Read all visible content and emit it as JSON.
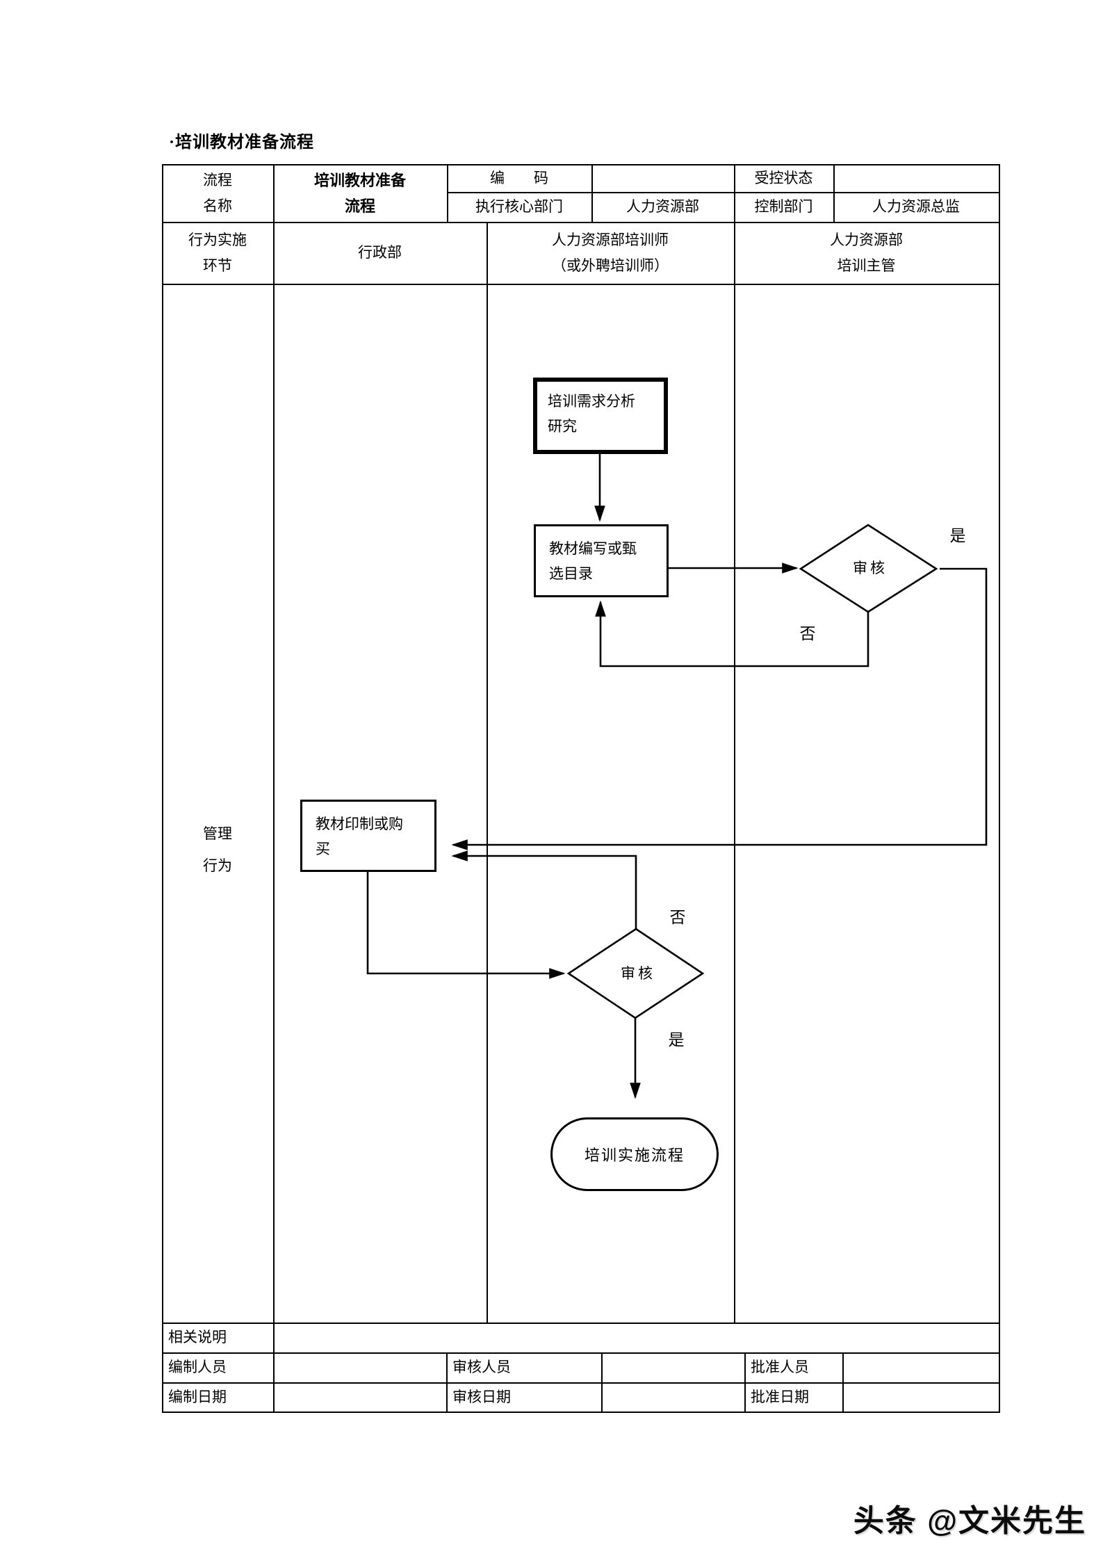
{
  "page": {
    "title": "·培训教材准备流程",
    "watermark": "头条 @文米先生"
  },
  "header": {
    "process_name_label_line1": "流程",
    "process_name_label_line2": "名称",
    "process_name_value_line1": "培训教材准备",
    "process_name_value_line2": "流程",
    "code_label": "编　　码",
    "code_value": "",
    "controlled_state_label": "受控状态",
    "controlled_state_value": "",
    "exec_core_dept_label": "执行核心部门",
    "exec_core_dept_value": "人力资源部",
    "control_dept_label": "控制部门",
    "control_dept_value": "人力资源总监"
  },
  "lanes": {
    "row_header_line1": "行为实施",
    "row_header_line2": "环节",
    "lane1": "行政部",
    "lane2_line1": "人力资源部培训师",
    "lane2_line2": "（或外聘培训师）",
    "lane3_line1": "人力资源部",
    "lane3_line2": "培训主管"
  },
  "flow": {
    "row_label_line1": "管理",
    "row_label_line2": "行为",
    "start_line1": "培训需求分析",
    "start_line2": "研究",
    "compile_line1": "教材编写或甄",
    "compile_line2": "选目录",
    "decision1": "审核",
    "decision1_yes": "是",
    "decision1_no": "否",
    "print_line1": "教材印制或购",
    "print_line2": "买",
    "decision2": "审核",
    "decision2_yes": "是",
    "decision2_no": "否",
    "end": "培训实施流程"
  },
  "footer": {
    "notes_label": "相关说明",
    "notes_value": "",
    "maker_label": "编制人员",
    "maker_value": "",
    "reviewer_label": "审核人员",
    "reviewer_value": "",
    "approver_label": "批准人员",
    "approver_value": "",
    "maker_date_label": "编制日期",
    "maker_date_value": "",
    "reviewer_date_label": "审核日期",
    "reviewer_date_value": "",
    "approver_date_label": "批准日期",
    "approver_date_value": ""
  }
}
